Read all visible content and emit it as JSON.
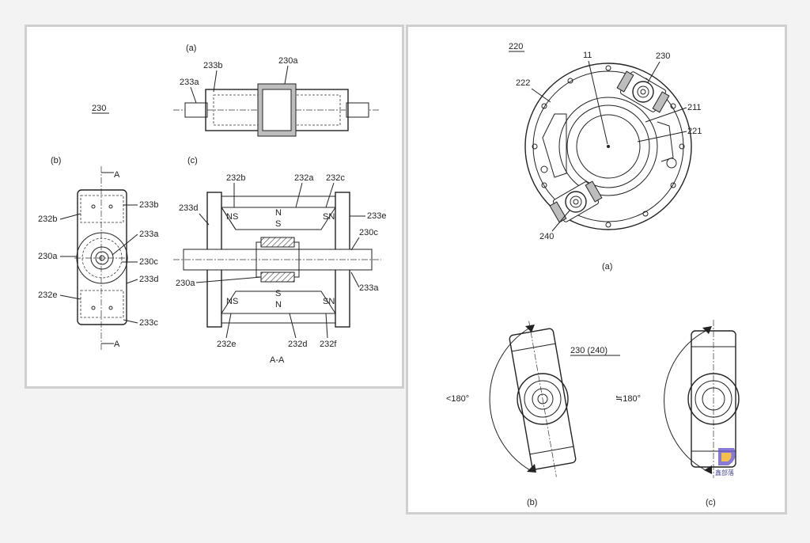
{
  "left": {
    "figure_id": "230",
    "sub_a": "(a)",
    "sub_b": "(b)",
    "sub_c": "(c)",
    "section_label": "A-A",
    "section_mark": "A",
    "labels_a": [
      "233b",
      "230a",
      "233a"
    ],
    "labels_b_left": [
      "232b",
      "230a",
      "232e"
    ],
    "labels_b_right": [
      "233b",
      "233a",
      "230c",
      "233d",
      "233c"
    ],
    "labels_c_top": [
      "232b",
      "232a",
      "232c"
    ],
    "labels_c_bottom": [
      "232e",
      "232d",
      "232f"
    ],
    "labels_c_left": [
      "233d",
      "230a"
    ],
    "labels_c_right": [
      "233e",
      "230c",
      "233a"
    ],
    "poles": [
      "NS",
      "N",
      "S",
      "SN",
      "NS",
      "S",
      "N",
      "SN"
    ]
  },
  "right": {
    "figure_id": "220",
    "sub_a": "(a)",
    "sub_b": "(b)",
    "sub_c": "(c)",
    "labels_a": [
      "222",
      "11",
      "230",
      "211",
      "221",
      "240"
    ],
    "label_b": "230 (240)",
    "angle_b": "<180°",
    "angle_c": "≒180°",
    "watermark": "鑫部落"
  }
}
